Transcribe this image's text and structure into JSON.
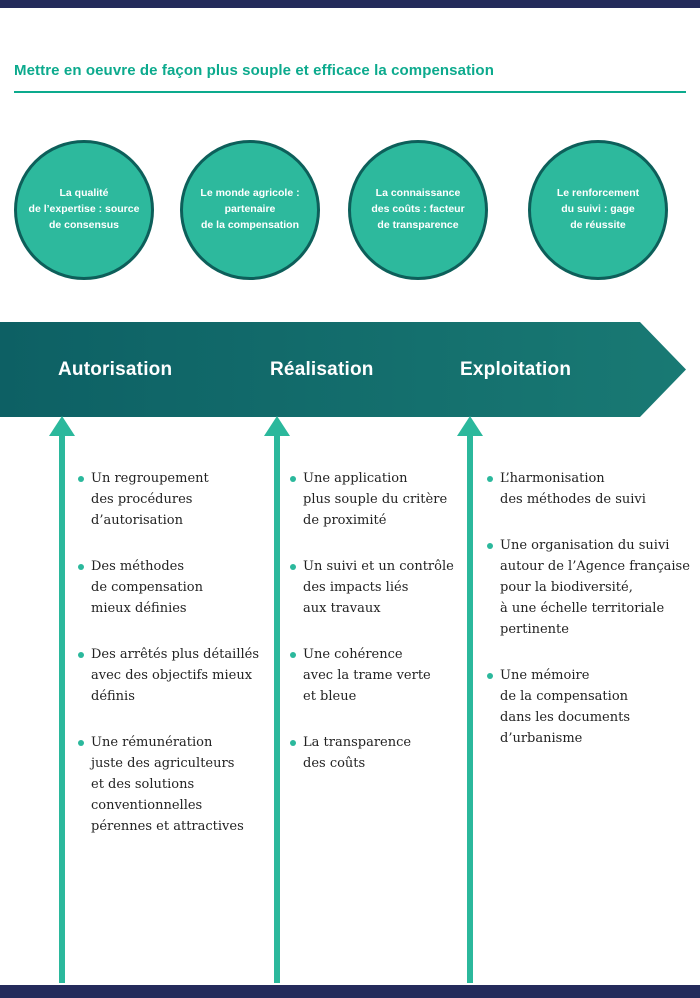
{
  "colors": {
    "navy": "#242b5b",
    "teal": "#2bb89c",
    "teal_dark_border": "#0d5f5a",
    "band_dark": "#0d6064",
    "band_light": "#197a74",
    "title_teal": "#0caa8d",
    "body_text": "#222222"
  },
  "header": {
    "title": "Mettre en oeuvre de façon plus souple et efficace la compensation"
  },
  "circles": [
    {
      "label": "La qualité\nde l’expertise : source\nde consensus"
    },
    {
      "label": "Le monde agricole :\npartenaire\nde la compensation"
    },
    {
      "label": "La connaissance\ndes coûts : facteur\nde transparence"
    },
    {
      "label": "Le renforcement\ndu suivi : gage\nde réussite"
    }
  ],
  "columns": [
    {
      "stage": "Autorisation",
      "items": [
        "Un regroupement\ndes procédures\nd’autorisation",
        "Des méthodes\nde compensation\nmieux définies",
        "Des arrêtés plus détaillés\navec des objectifs mieux\ndéfinis",
        "Une rémunération\njuste des agriculteurs\net des solutions\nconventionnelles\npérennes et attractives"
      ]
    },
    {
      "stage": "Réalisation",
      "items": [
        "Une application\nplus souple du critère\nde proximité",
        "Un suivi et un contrôle\ndes impacts liés\naux travaux",
        "Une cohérence\navec la trame verte\net bleue",
        "La transparence\ndes coûts"
      ]
    },
    {
      "stage": "Exploitation",
      "items": [
        "L’harmonisation\ndes méthodes de suivi",
        "Une organisation du suivi\nautour de l’Agence française\npour la biodiversité,\nà une échelle territoriale\npertinente",
        "Une mémoire\nde la compensation\ndans les documents\nd’urbanisme"
      ]
    }
  ]
}
